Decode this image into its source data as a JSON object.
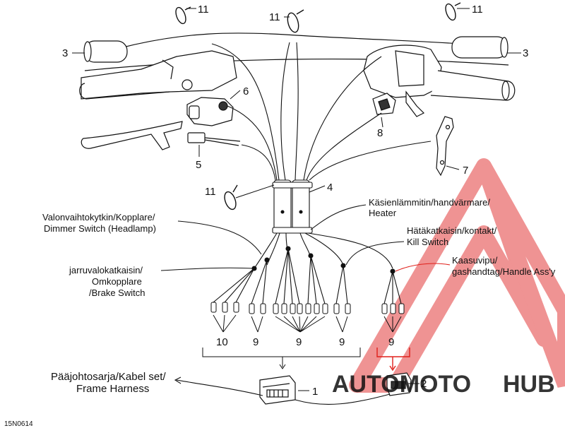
{
  "diagram": {
    "callouts": {
      "c1": "1",
      "c2": "2",
      "c3_left": "3",
      "c3_right": "3",
      "c4": "4",
      "c5": "5",
      "c6": "6",
      "c7": "7",
      "c8": "8",
      "c9_a": "9",
      "c9_b": "9",
      "c9_c": "9",
      "c9_d": "9",
      "c10": "10",
      "c11_tl": "11",
      "c11_tc": "11",
      "c11_tr": "11",
      "c11_mid": "11"
    },
    "labels": {
      "dimmer_line1": "Valonvaihtokytkin/Kopplare/",
      "dimmer_line2": "Dimmer Switch (Headlamp)",
      "brake_line1": "jarruvalokatkaisin/",
      "brake_line2": "Omkopplare",
      "brake_line3": "/Brake Switch",
      "heater_line1": "Käsienlämmitin/handvärmare/",
      "heater_line2": "Heater",
      "kill_line1": "Hätäkatkaisin/kontakt/",
      "kill_line2": "Kill Switch",
      "throttle_line1": "Kaasuvipu/",
      "throttle_line2": "gashandtag/Handle Ass'y",
      "frame_line1": "Pääjohtosarja/Kabel set/",
      "frame_line2": "Frame Harness"
    },
    "drawing_ref": "15N0614",
    "watermark": {
      "text_part1": "AUTOMOTO",
      "text_part2": "HUB",
      "color_primary": "#f2b26b",
      "color_secondary": "#8c8c8c",
      "triangle_color": "#e23b3b"
    }
  }
}
